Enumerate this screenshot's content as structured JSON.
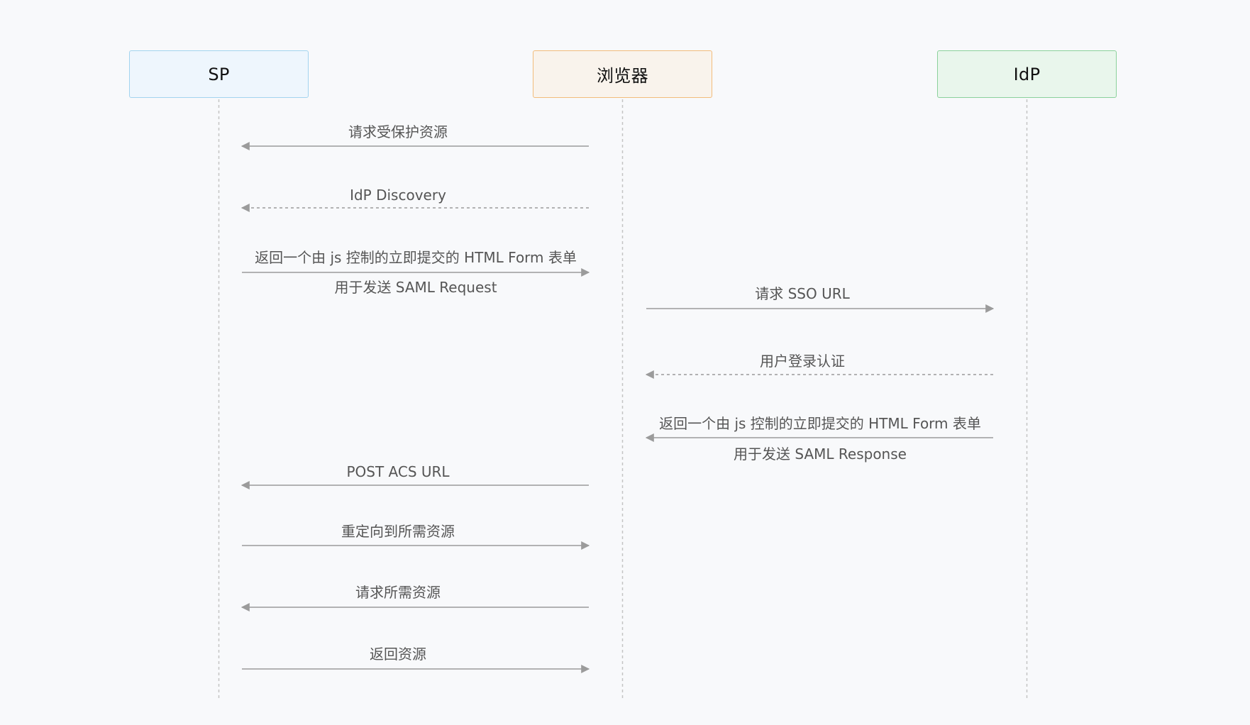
{
  "actors": [
    {
      "id": "sp",
      "label": "SP",
      "fill": "#eef6fd",
      "border": "#a3d4ef"
    },
    {
      "id": "br",
      "label": "浏览器",
      "fill": "#f9f3ec",
      "border": "#f2bc7b"
    },
    {
      "id": "idp",
      "label": "IdP",
      "fill": "#e9f6ec",
      "border": "#8bd19b"
    }
  ],
  "messages": [
    {
      "label": "请求受保护资源",
      "from": "br",
      "to": "sp",
      "style": "solid"
    },
    {
      "label": "IdP Discovery",
      "from": "br",
      "to": "sp",
      "style": "dashed"
    },
    {
      "label": "返回一个由 js 控制的立即提交的 HTML Form 表单",
      "sublabel": "用于发送 SAML Request",
      "from": "sp",
      "to": "br",
      "style": "solid"
    },
    {
      "label": "请求 SSO URL",
      "from": "br",
      "to": "idp",
      "style": "solid"
    },
    {
      "label": "用户登录认证",
      "from": "idp",
      "to": "br",
      "style": "dashed"
    },
    {
      "label": "返回一个由 js 控制的立即提交的 HTML Form 表单",
      "sublabel": "用于发送 SAML Response",
      "from": "idp",
      "to": "br",
      "style": "solid"
    },
    {
      "label": "POST ACS URL",
      "from": "br",
      "to": "sp",
      "style": "solid"
    },
    {
      "label": "重定向到所需资源",
      "from": "sp",
      "to": "br",
      "style": "solid"
    },
    {
      "label": "请求所需资源",
      "from": "br",
      "to": "sp",
      "style": "solid"
    },
    {
      "label": "返回资源",
      "from": "sp",
      "to": "br",
      "style": "solid"
    }
  ],
  "colors": {
    "background": "#f8f9fb",
    "arrow": "#9b9b9b",
    "lifeline": "#c4c4c4",
    "text": "#555555"
  }
}
